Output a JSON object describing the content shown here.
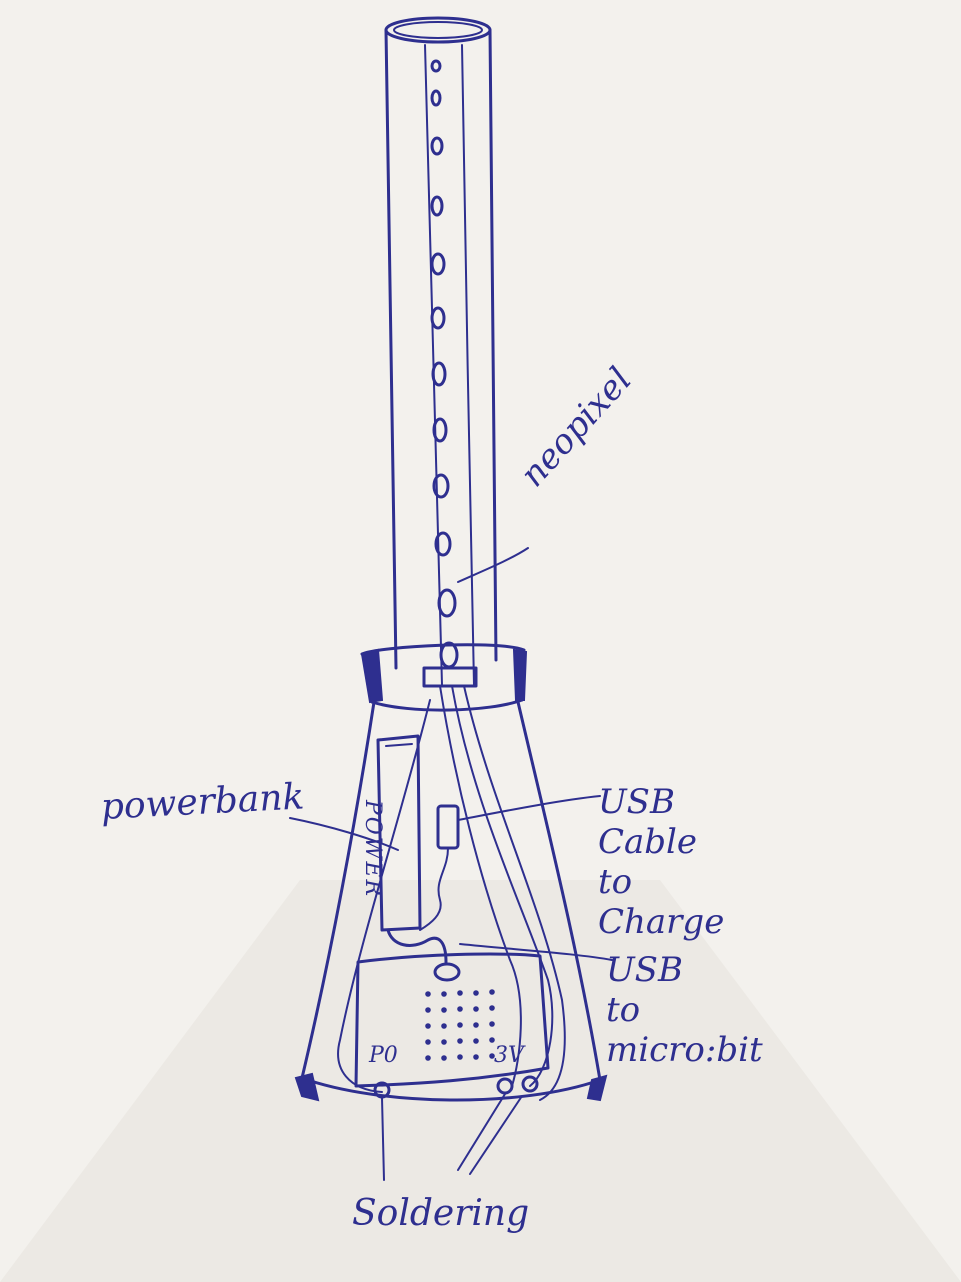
{
  "labels": {
    "neopixel": "neopixel",
    "powerbank": "powerbank",
    "usb_cable_to_charge": [
      "USB",
      "Cable",
      "to",
      "Charge"
    ],
    "usb_to_microbit": [
      "USB",
      "to",
      "micro:bit"
    ],
    "soldering": "Soldering",
    "powerbank_marking": "POWER",
    "pin_p0": "P0",
    "pin_3v": "3V"
  },
  "colors": {
    "paper": "#f3f1ed",
    "ink": "#2e2f8f"
  }
}
